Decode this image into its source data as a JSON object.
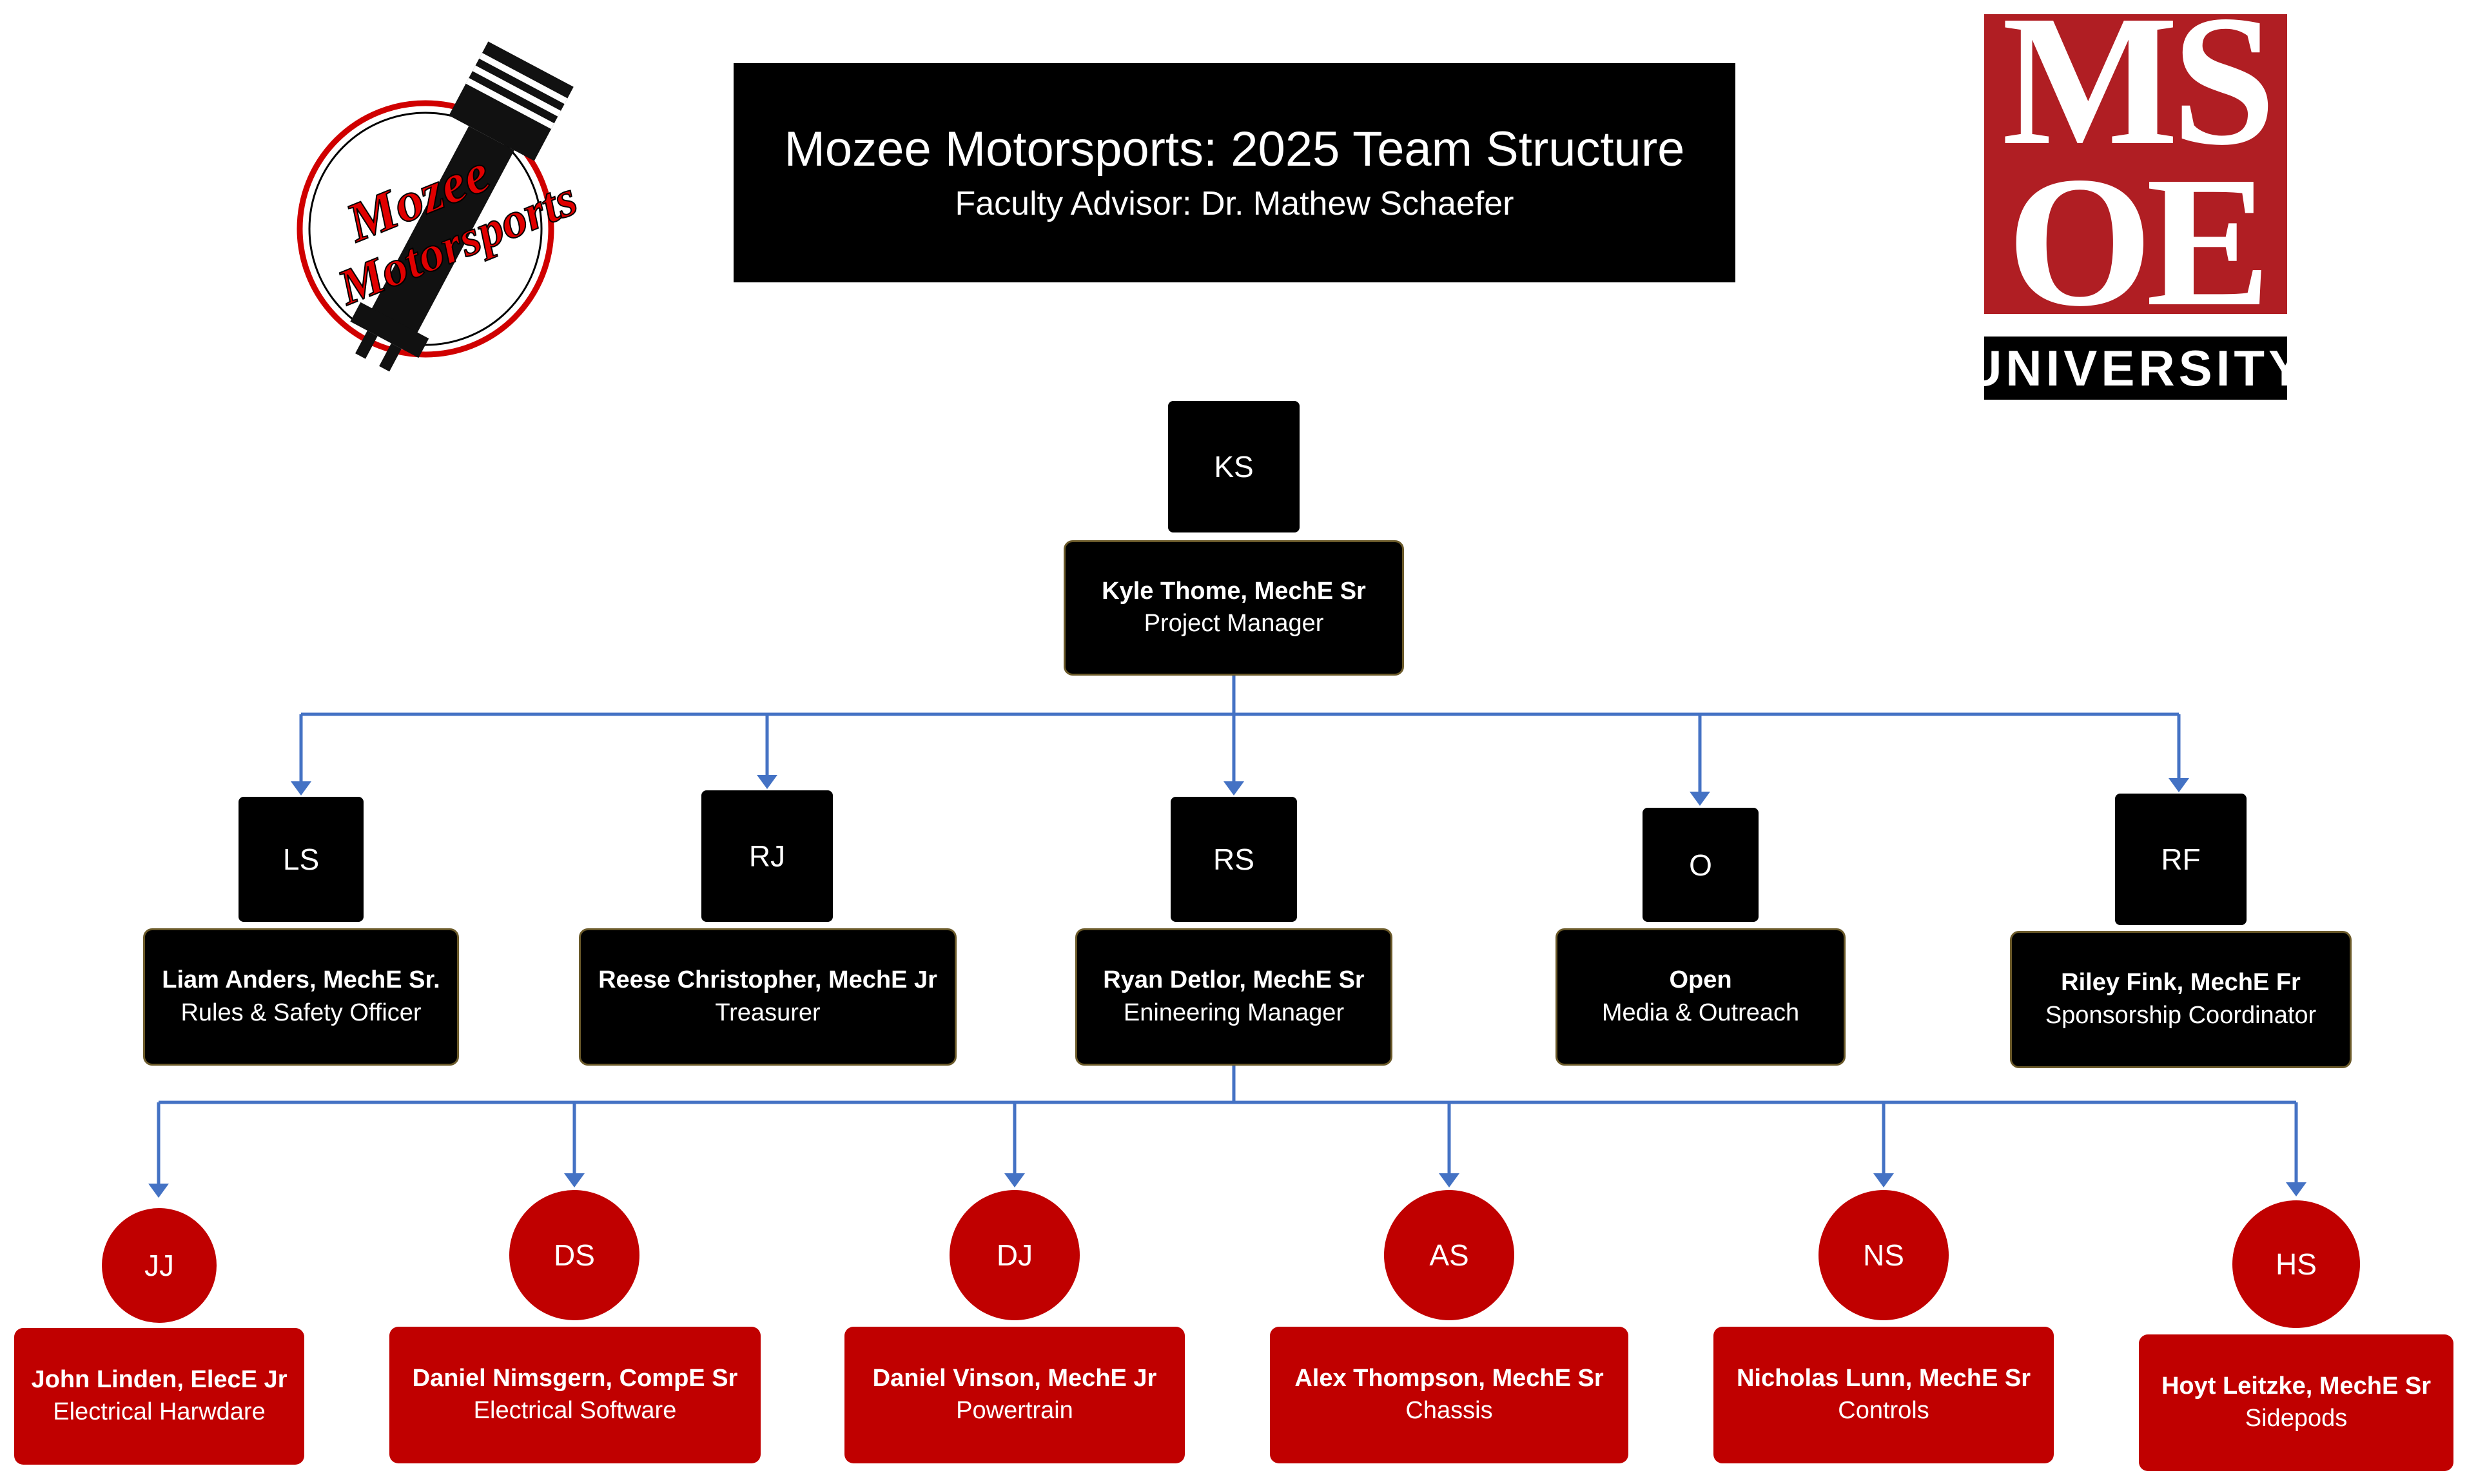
{
  "header": {
    "title": "Mozee Motorsports: 2025 Team Structure",
    "subtitle": "Faculty Advisor: Dr. Mathew Schaefer"
  },
  "logos": {
    "mozee_text_1": "Mozee",
    "mozee_text_2": "Motorsports",
    "msoe_top": "MS",
    "msoe_bottom": "OE",
    "msoe_university": "UNIVERSITY"
  },
  "colors": {
    "accent_red": "#c00000",
    "msoe_red": "#b01e23",
    "connector_blue": "#4472c4",
    "box_black": "#000000"
  },
  "manager": {
    "initials": "KS",
    "name": "Kyle Thome, MechE Sr",
    "role": "Project Manager"
  },
  "officers": [
    {
      "initials": "LS",
      "name": "Liam Anders, MechE Sr.",
      "role": "Rules & Safety Officer"
    },
    {
      "initials": "RJ",
      "name": "Reese Christopher, MechE Jr",
      "role": "Treasurer"
    },
    {
      "initials": "RS",
      "name": "Ryan Detlor, MechE Sr",
      "role": "Enineering Manager"
    },
    {
      "initials": "O",
      "name": "Open",
      "role": "Media & Outreach"
    },
    {
      "initials": "RF",
      "name": "Riley Fink, MechE Fr",
      "role": "Sponsorship Coordinator"
    }
  ],
  "leads": [
    {
      "initials": "JJ",
      "name": "John Linden, ElecE Jr",
      "role": "Electrical Harwdare"
    },
    {
      "initials": "DS",
      "name": "Daniel Nimsgern, CompE Sr",
      "role": "Electrical Software"
    },
    {
      "initials": "DJ",
      "name": "Daniel Vinson, MechE Jr",
      "role": "Powertrain"
    },
    {
      "initials": "AS",
      "name": "Alex Thompson, MechE Sr",
      "role": "Chassis"
    },
    {
      "initials": "NS",
      "name": "Nicholas Lunn, MechE Sr",
      "role": "Controls"
    },
    {
      "initials": "HS",
      "name": "Hoyt Leitzke, MechE Sr",
      "role": "Sidepods"
    }
  ]
}
